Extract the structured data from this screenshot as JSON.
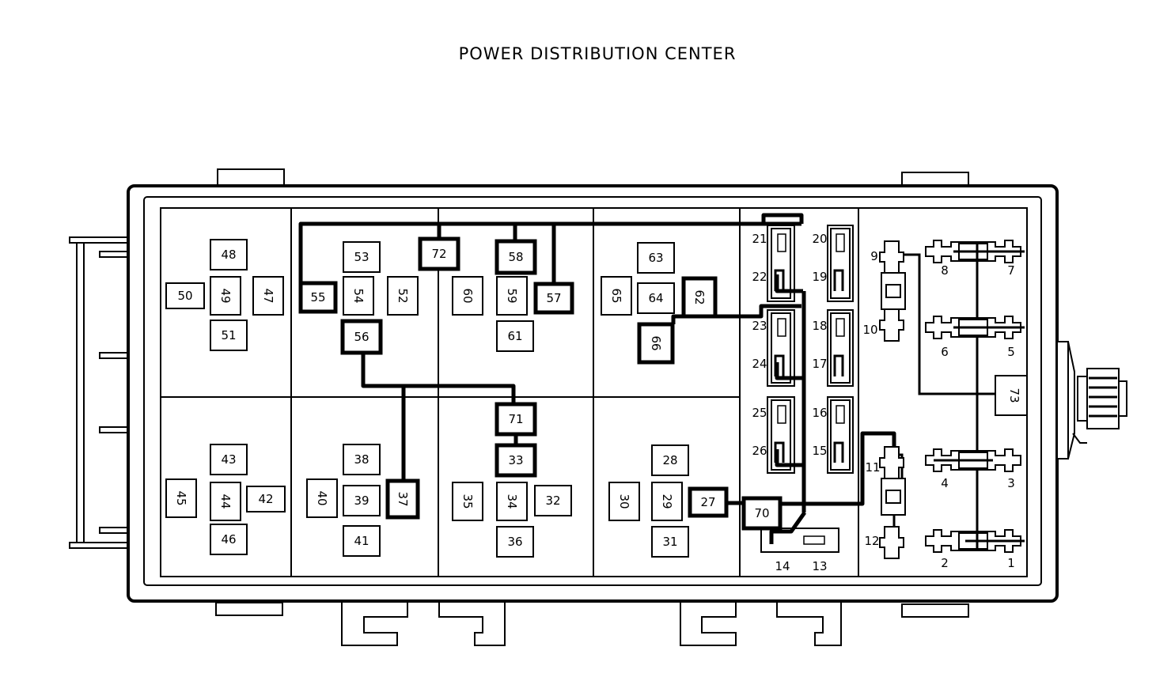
{
  "title": "POWER DISTRIBUTION CENTER",
  "colors": {
    "line": "#000000",
    "background": "#ffffff"
  },
  "thin_boxes": [
    "48",
    "49",
    "50",
    "51",
    "47",
    "53",
    "54",
    "52",
    "60",
    "59",
    "61",
    "63",
    "64",
    "65",
    "43",
    "44",
    "45",
    "46",
    "42",
    "38",
    "39",
    "40",
    "41",
    "35",
    "34",
    "32",
    "36",
    "28",
    "29",
    "30",
    "31"
  ],
  "bold_boxes": [
    "72",
    "55",
    "56",
    "58",
    "57",
    "62",
    "66",
    "71",
    "33",
    "37",
    "27",
    "70"
  ],
  "relays": [
    "20",
    "21",
    "22",
    "19",
    "23",
    "18",
    "24",
    "17",
    "25",
    "16",
    "26",
    "15"
  ],
  "fuse_labels": [
    "9",
    "10",
    "11",
    "12",
    "14",
    "13",
    "8",
    "7",
    "6",
    "5",
    "4",
    "3",
    "2",
    "1"
  ],
  "side_box": "73"
}
